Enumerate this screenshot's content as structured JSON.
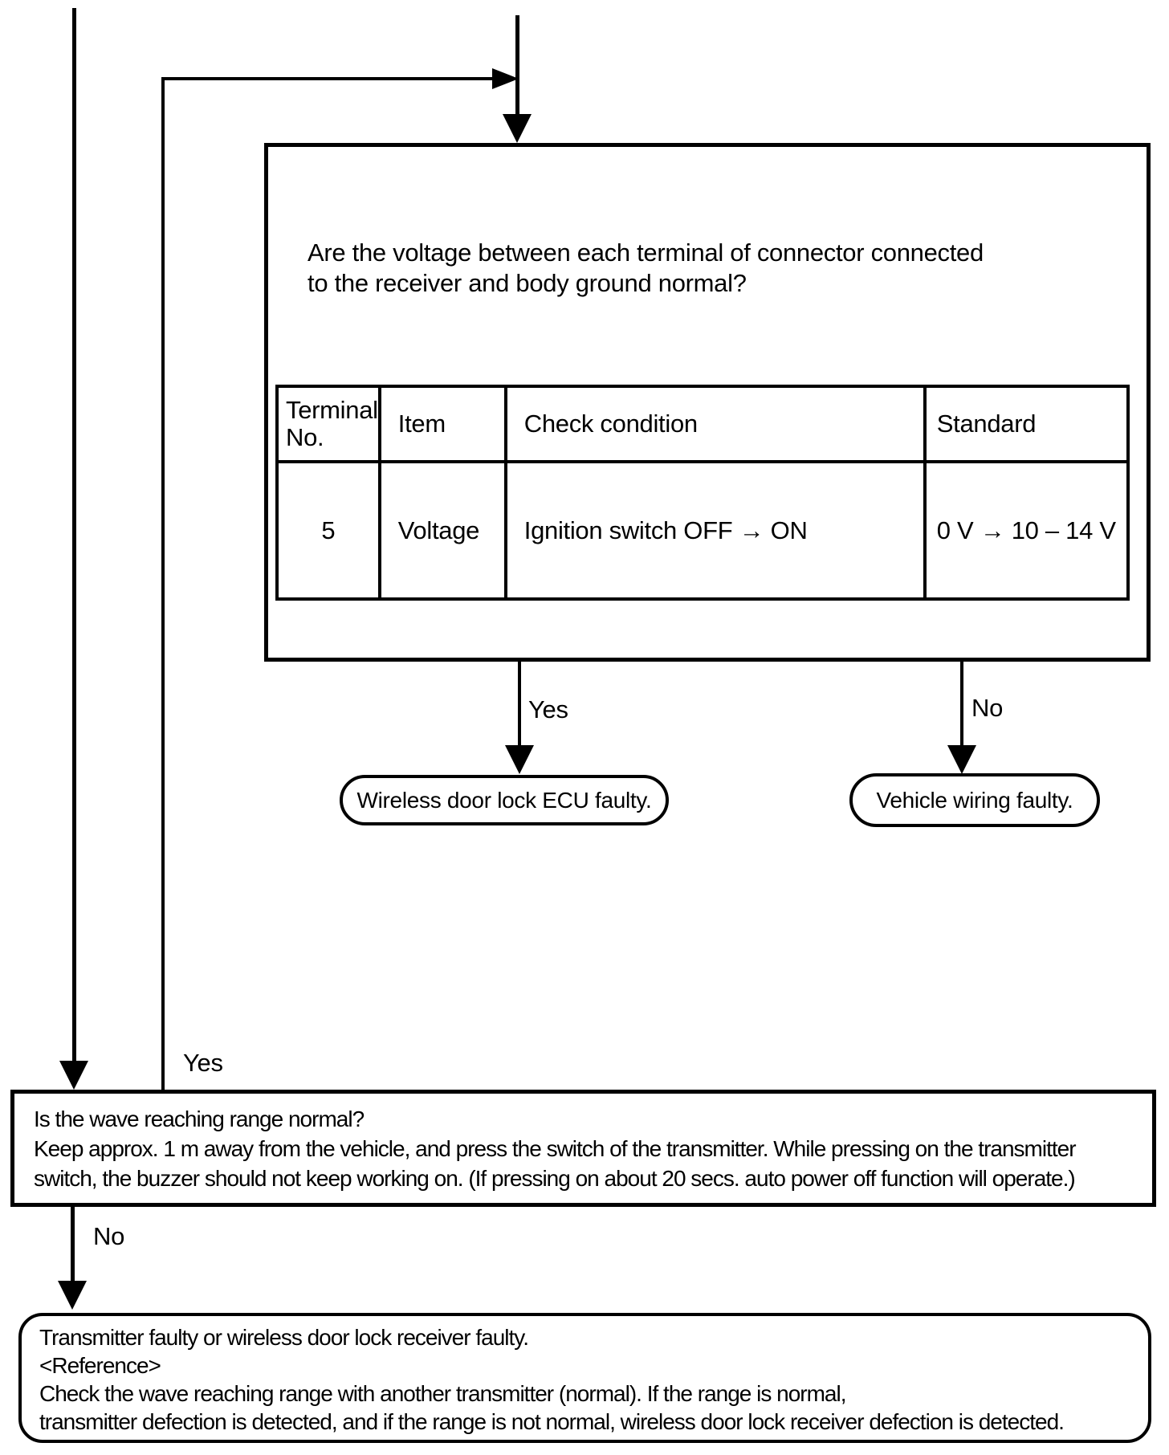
{
  "flow": {
    "voltage_box": {
      "question_line1": "Are the voltage between each terminal of connector connected",
      "question_line2": "to the receiver and body ground normal?",
      "table": {
        "headers": [
          "Terminal No.",
          "Item",
          "Check condition",
          "Standard"
        ],
        "row": [
          "5",
          "Voltage",
          "Ignition switch OFF → ON",
          "0 V → 10 – 14 V"
        ]
      },
      "yes_label": "Yes",
      "no_label": "No"
    },
    "result_ecu": "Wireless door lock ECU faulty.",
    "result_wiring": "Vehicle wiring faulty.",
    "feedback_yes_label": "Yes",
    "wave_box": {
      "line1": "Is the wave reaching range normal?",
      "line2": "Keep approx. 1 m away from the vehicle, and press the switch of the transmitter. While pressing on the transmitter",
      "line3": "switch, the buzzer should not keep working on. (If pressing on about 20 secs. auto power off function will operate.)",
      "no_label": "No"
    },
    "result_transmitter": {
      "line1": "Transmitter faulty or wireless door lock receiver faulty.",
      "line2": "<Reference>",
      "line3": "Check the wave reaching range with another transmitter (normal). If the range is normal,",
      "line4": "transmitter defection is detected, and if the range is not normal, wireless door lock receiver defection is detected."
    }
  }
}
